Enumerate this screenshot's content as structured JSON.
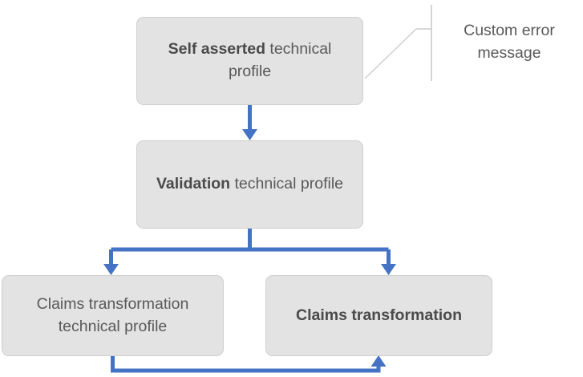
{
  "diagram": {
    "type": "flowchart",
    "background_color": "#ffffff",
    "node_fill_color": "#e4e3e3",
    "node_border_color": "#cfcfcf",
    "connector_color": "#4472c4",
    "text_color": "#595959",
    "callout_line_color": "#c8c8c8",
    "nodes": [
      {
        "id": "self-asserted",
        "bold_text": "Self asserted",
        "rest_text": " technical profile"
      },
      {
        "id": "validation",
        "bold_text": "Validation",
        "rest_text": " technical profile"
      },
      {
        "id": "claims-transformation-technical-profile",
        "bold_text": "",
        "rest_text": "Claims transformation technical profile"
      },
      {
        "id": "claims-transformation",
        "bold_text": "Claims transformation",
        "rest_text": ""
      }
    ],
    "annotations": [
      {
        "id": "custom-error-message",
        "line1": "Custom error",
        "line2": "message"
      }
    ],
    "connectors": [
      {
        "id": "self-asserted-to-validation",
        "from": "self-asserted",
        "to": "validation",
        "style": "straight-down-arrow"
      },
      {
        "id": "validation-fork-to-claims",
        "from": "validation",
        "to": "claims-transformation-technical-profile,claims-transformation",
        "style": "fork-two-down-arrows"
      },
      {
        "id": "claims-left-to-claims-right",
        "from": "claims-transformation-technical-profile",
        "to": "claims-transformation",
        "style": "loop-up-arrow"
      }
    ]
  }
}
